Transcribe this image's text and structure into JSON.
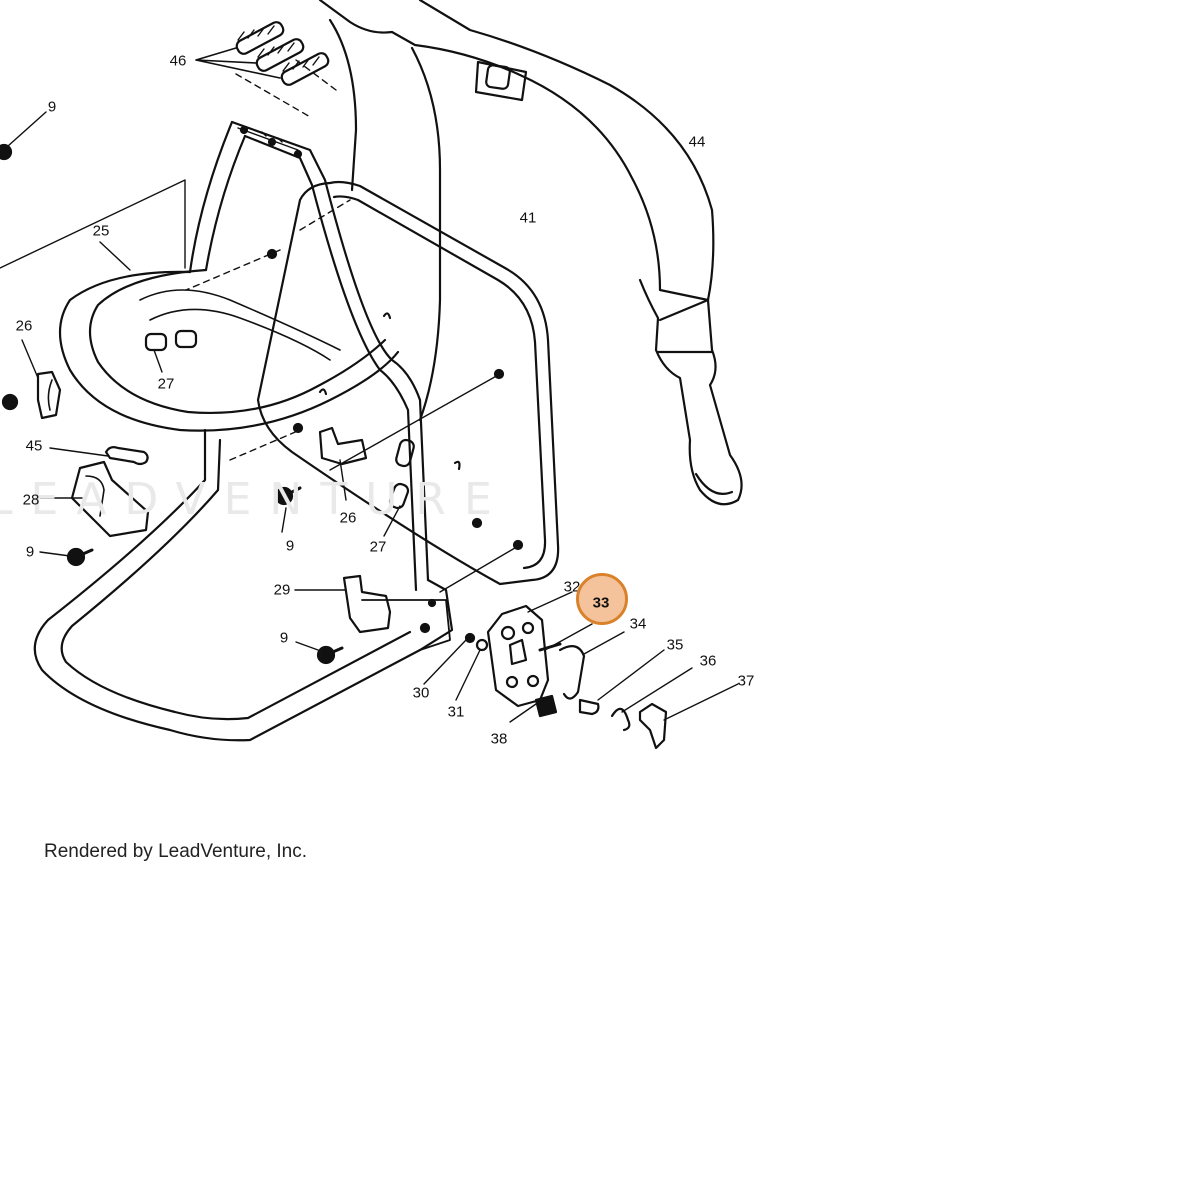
{
  "diagram": {
    "highlight_color": "#d9822b",
    "highlight_fill": "#f4c39c",
    "line_color": "#111111",
    "callouts": {
      "c46": "46",
      "c9a": "9",
      "c44": "44",
      "c41": "41",
      "c25": "25",
      "c26a": "26",
      "c27a": "27",
      "c45": "45",
      "c28": "28",
      "c26b": "26",
      "c9b": "9",
      "c27b": "27",
      "c9c": "9",
      "c29": "29",
      "c32": "32",
      "c33": "33",
      "c34": "34",
      "c35": "35",
      "c36": "36",
      "c37": "37",
      "c9d": "9",
      "c30": "30",
      "c31": "31",
      "c38": "38"
    }
  },
  "watermark": {
    "text": "LEADVENTURE"
  },
  "footer": {
    "caption": "Rendered by LeadVenture, Inc."
  }
}
